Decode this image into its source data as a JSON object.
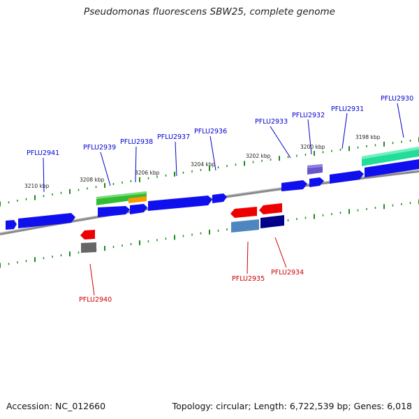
{
  "header": {
    "title": "Pseudomonas fluorescens SBW25, complete genome"
  },
  "footer": {
    "accession": "Accession: NC_012660",
    "topology": "Topology: circular; Length: 6,722,539 bp; Genes: 6,018"
  },
  "scale_labels": [
    "3210 kbp",
    "3208 kbp",
    "3206 kbp",
    "3204 kbp",
    "3202 kbp",
    "3200 kbp",
    "3198 kbp"
  ],
  "gene_labels": {
    "top": [
      "PFLU2941",
      "PFLU2939",
      "PFLU2938",
      "PFLU2937",
      "PFLU2936",
      "PFLU2933",
      "PFLU2932",
      "PFLU2931",
      "PFLU2930"
    ],
    "bottom": [
      "PFLU2940",
      "PFLU2935",
      "PFLU2934"
    ]
  },
  "colors": {
    "forward_strand": "#0000ee",
    "reverse_strand": "#ee0000",
    "tick": "#1a8a1a",
    "backbone": "#888888",
    "green_feature": "#33bb33",
    "orange_feature": "#ff9900",
    "teal_feature": "#22dd99",
    "purple_feature": "#6655cc",
    "steel_feature": "#4f86c0",
    "navy_feature": "#000088",
    "gray_feature": "#666666"
  }
}
